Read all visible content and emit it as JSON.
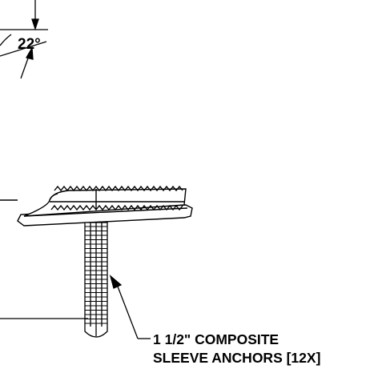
{
  "angle_dimension": "22°",
  "callout": {
    "line1": "1 1/2\" COMPOSITE",
    "line2": "SLEEVE ANCHORS [12X]"
  }
}
